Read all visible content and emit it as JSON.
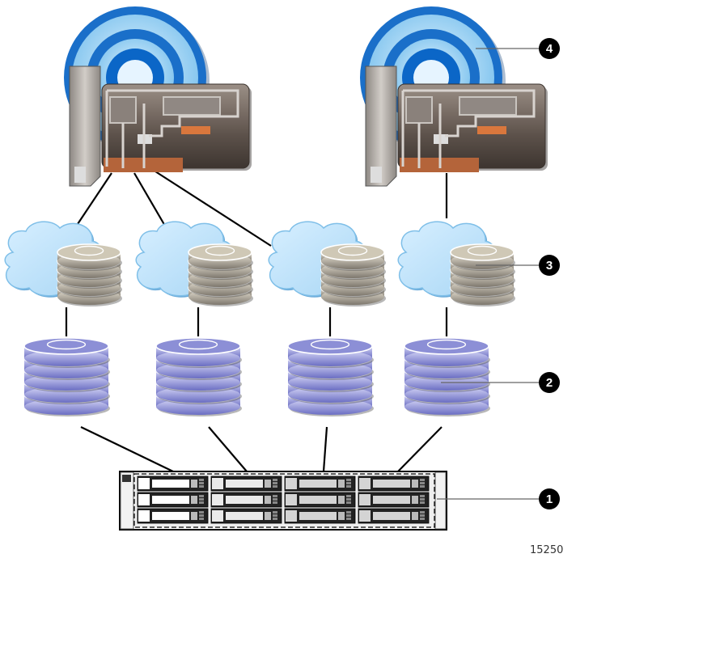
{
  "figure": {
    "id_label": "15250",
    "description": "Storage architecture: host bus adapters connected to virtual disks on arrays in a storage enclosure"
  },
  "callouts": [
    {
      "number": "1",
      "target": "storage-enclosure"
    },
    {
      "number": "2",
      "target": "array"
    },
    {
      "number": "3",
      "target": "virtual-disk"
    },
    {
      "number": "4",
      "target": "host-adapter"
    }
  ],
  "adapters": [
    {
      "id": "adapter-1",
      "connects_to": [
        "vdisk-1",
        "vdisk-2",
        "vdisk-3"
      ]
    },
    {
      "id": "adapter-2",
      "connects_to": [
        "vdisk-4"
      ]
    }
  ],
  "virtual_disks": [
    {
      "id": "vdisk-1",
      "array": "array-1"
    },
    {
      "id": "vdisk-2",
      "array": "array-2"
    },
    {
      "id": "vdisk-3",
      "array": "array-3"
    },
    {
      "id": "vdisk-4",
      "array": "array-4"
    }
  ],
  "arrays": [
    {
      "id": "array-1"
    },
    {
      "id": "array-2"
    },
    {
      "id": "array-3"
    },
    {
      "id": "array-4"
    }
  ],
  "enclosure": {
    "drive_columns": 4,
    "drive_rows": 3
  },
  "colors": {
    "target_outer": "#1a6fc9",
    "target_light": "#bfe3f8",
    "card_body": "#6e6259",
    "card_edge": "#b4643a",
    "cloud": "#bfe2f7",
    "vdisk": "#c9c2b0",
    "array": "#8c8fd6",
    "callout": "#000000"
  }
}
